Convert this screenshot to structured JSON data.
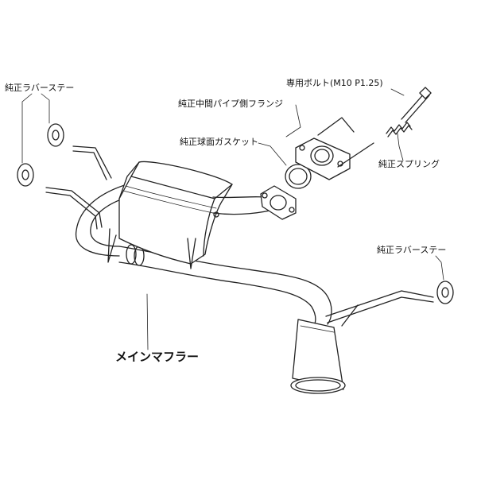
{
  "labels": {
    "rubber_stay_left": "純正ラバーステー",
    "special_bolt": "専用ボルト(M10 P1.25)",
    "mid_pipe_flange": "純正中間パイプ側フランジ",
    "ball_gasket": "純正球面ガスケット",
    "spring": "純正スプリング",
    "rubber_stay_right": "純正ラバーステー",
    "main_muffler": "メインマフラー"
  }
}
